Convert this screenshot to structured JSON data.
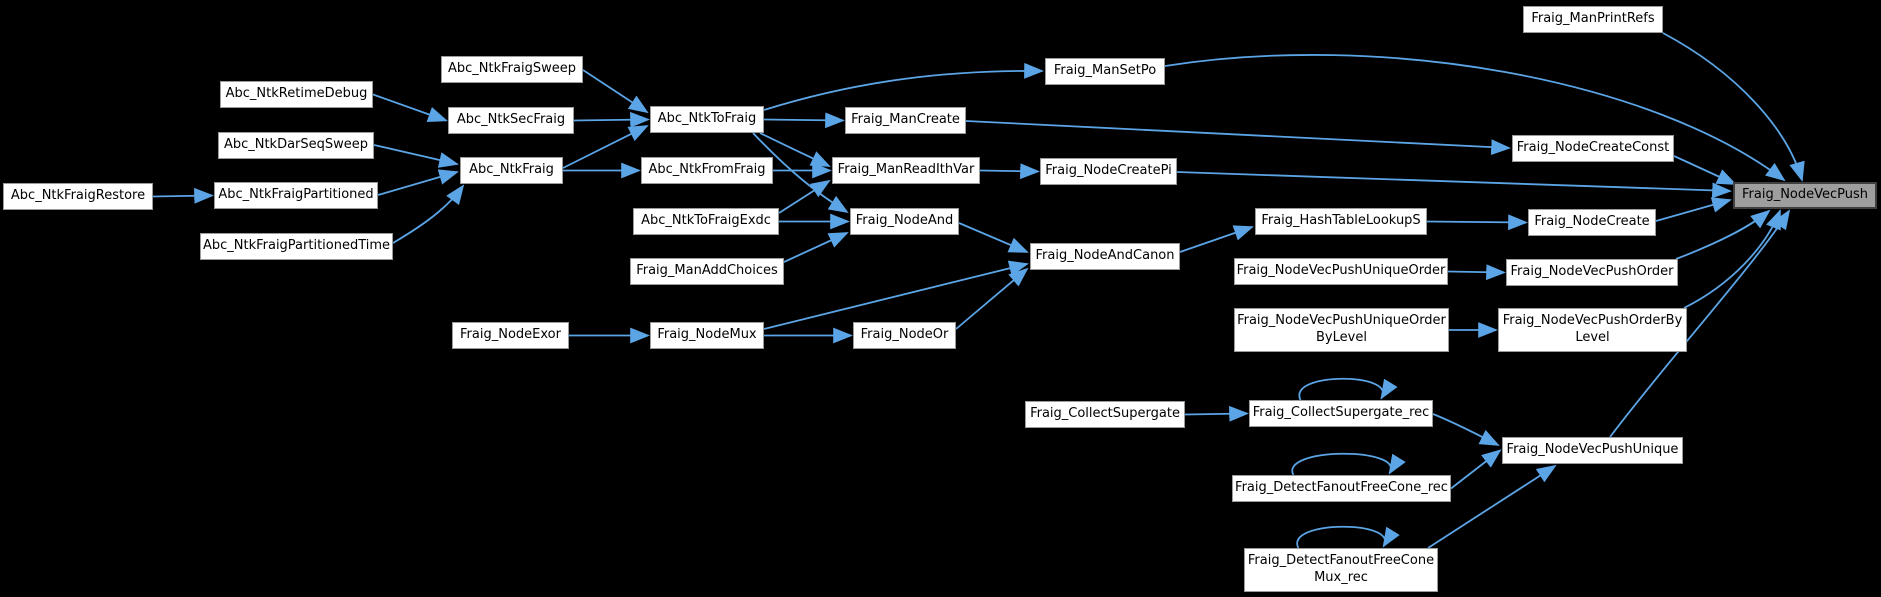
{
  "diagram": {
    "type": "caller-graph",
    "colors": {
      "background": "#000000",
      "edge": "#5ba4e5",
      "node_fill": "#ffffff",
      "node_border": "#9b9b9b",
      "node_text": "#000000",
      "highlight_fill": "#9e9e9e",
      "highlight_border": "#404040"
    },
    "nodes": [
      {
        "id": "abc-ntk-fraig-restore",
        "label": "Abc_NtkFraigRestore",
        "highlighted": false
      },
      {
        "id": "abc-ntk-retime-debug",
        "label": "Abc_NtkRetimeDebug",
        "highlighted": false
      },
      {
        "id": "abc-ntk-dar-seq-sweep",
        "label": "Abc_NtkDarSeqSweep",
        "highlighted": false
      },
      {
        "id": "abc-ntk-fraig-partitioned",
        "label": "Abc_NtkFraigPartitioned",
        "highlighted": false
      },
      {
        "id": "abc-ntk-fraig-partitioned-time",
        "label": "Abc_NtkFraigPartitionedTime",
        "highlighted": false
      },
      {
        "id": "abc-ntk-fraig-sweep",
        "label": "Abc_NtkFraigSweep",
        "highlighted": false
      },
      {
        "id": "abc-ntk-sec-fraig",
        "label": "Abc_NtkSecFraig",
        "highlighted": false
      },
      {
        "id": "abc-ntk-fraig",
        "label": "Abc_NtkFraig",
        "highlighted": false
      },
      {
        "id": "abc-ntk-to-fraig",
        "label": "Abc_NtkToFraig",
        "highlighted": false
      },
      {
        "id": "abc-ntk-from-fraig",
        "label": "Abc_NtkFromFraig",
        "highlighted": false
      },
      {
        "id": "abc-ntk-to-fraig-exdc",
        "label": "Abc_NtkToFraigExdc",
        "highlighted": false
      },
      {
        "id": "fraig-man-add-choices",
        "label": "Fraig_ManAddChoices",
        "highlighted": false
      },
      {
        "id": "fraig-node-exor",
        "label": "Fraig_NodeExor",
        "highlighted": false
      },
      {
        "id": "fraig-node-mux",
        "label": "Fraig_NodeMux",
        "highlighted": false
      },
      {
        "id": "fraig-node-or",
        "label": "Fraig_NodeOr",
        "highlighted": false
      },
      {
        "id": "fraig-man-set-po",
        "label": "Fraig_ManSetPo",
        "highlighted": false
      },
      {
        "id": "fraig-man-create",
        "label": "Fraig_ManCreate",
        "highlighted": false
      },
      {
        "id": "fraig-man-read-ith-var",
        "label": "Fraig_ManReadIthVar",
        "highlighted": false
      },
      {
        "id": "fraig-node-and",
        "label": "Fraig_NodeAnd",
        "highlighted": false
      },
      {
        "id": "fraig-node-and-canon",
        "label": "Fraig_NodeAndCanon",
        "highlighted": false
      },
      {
        "id": "fraig-node-create-pi",
        "label": "Fraig_NodeCreatePi",
        "highlighted": false
      },
      {
        "id": "fraig-man-print-refs",
        "label": "Fraig_ManPrintRefs",
        "highlighted": false
      },
      {
        "id": "fraig-node-create-const",
        "label": "Fraig_NodeCreateConst",
        "highlighted": false
      },
      {
        "id": "fraig-hash-table-lookup-s",
        "label": "Fraig_HashTableLookupS",
        "highlighted": false
      },
      {
        "id": "fraig-node-create",
        "label": "Fraig_NodeCreate",
        "highlighted": false
      },
      {
        "id": "fraig-node-vec-push-unique-order",
        "label": "Fraig_NodeVecPushUniqueOrder",
        "highlighted": false
      },
      {
        "id": "fraig-node-vec-push-order",
        "label": "Fraig_NodeVecPushOrder",
        "highlighted": false
      },
      {
        "id": "fraig-node-vec-push-unique-order-by-level",
        "label": "Fraig_NodeVecPushUniqueOrder\nByLevel",
        "highlighted": false
      },
      {
        "id": "fraig-node-vec-push-order-by-level",
        "label": "Fraig_NodeVecPushOrderBy\nLevel",
        "highlighted": false
      },
      {
        "id": "fraig-collect-supergate",
        "label": "Fraig_CollectSupergate",
        "highlighted": false
      },
      {
        "id": "fraig-collect-supergate-rec",
        "label": "Fraig_CollectSupergate_rec",
        "highlighted": false
      },
      {
        "id": "fraig-detect-fanout-free-cone-rec",
        "label": "Fraig_DetectFanoutFreeCone_rec",
        "highlighted": false
      },
      {
        "id": "fraig-detect-fanout-free-cone-mux-rec",
        "label": "Fraig_DetectFanoutFreeCone\nMux_rec",
        "highlighted": false
      },
      {
        "id": "fraig-node-vec-push-unique",
        "label": "Fraig_NodeVecPushUnique",
        "highlighted": false
      },
      {
        "id": "fraig-node-vec-push",
        "label": "Fraig_NodeVecPush",
        "highlighted": true
      }
    ],
    "edges": [
      {
        "from": "abc-ntk-retime-debug",
        "to": "abc-ntk-sec-fraig"
      },
      {
        "from": "abc-ntk-fraig-restore",
        "to": "abc-ntk-fraig-partitioned"
      },
      {
        "from": "abc-ntk-dar-seq-sweep",
        "to": "abc-ntk-fraig"
      },
      {
        "from": "abc-ntk-fraig-partitioned",
        "to": "abc-ntk-fraig"
      },
      {
        "from": "abc-ntk-fraig-partitioned-time",
        "to": "abc-ntk-fraig"
      },
      {
        "from": "abc-ntk-fraig-sweep",
        "to": "abc-ntk-to-fraig"
      },
      {
        "from": "abc-ntk-sec-fraig",
        "to": "abc-ntk-to-fraig"
      },
      {
        "from": "abc-ntk-fraig",
        "to": "abc-ntk-to-fraig"
      },
      {
        "from": "abc-ntk-fraig",
        "to": "abc-ntk-from-fraig"
      },
      {
        "from": "abc-ntk-to-fraig",
        "to": "fraig-man-set-po"
      },
      {
        "from": "abc-ntk-to-fraig",
        "to": "fraig-man-create"
      },
      {
        "from": "abc-ntk-to-fraig",
        "to": "fraig-man-read-ith-var"
      },
      {
        "from": "abc-ntk-to-fraig",
        "to": "fraig-node-and"
      },
      {
        "from": "abc-ntk-from-fraig",
        "to": "fraig-man-read-ith-var"
      },
      {
        "from": "abc-ntk-to-fraig-exdc",
        "to": "fraig-man-read-ith-var"
      },
      {
        "from": "abc-ntk-to-fraig-exdc",
        "to": "fraig-node-and"
      },
      {
        "from": "fraig-man-add-choices",
        "to": "fraig-node-and"
      },
      {
        "from": "fraig-node-exor",
        "to": "fraig-node-mux"
      },
      {
        "from": "fraig-node-mux",
        "to": "fraig-node-or"
      },
      {
        "from": "fraig-node-mux",
        "to": "fraig-node-and-canon"
      },
      {
        "from": "fraig-node-or",
        "to": "fraig-node-and-canon"
      },
      {
        "from": "fraig-node-and",
        "to": "fraig-node-and-canon"
      },
      {
        "from": "fraig-node-and-canon",
        "to": "fraig-hash-table-lookup-s"
      },
      {
        "from": "fraig-hash-table-lookup-s",
        "to": "fraig-node-create"
      },
      {
        "from": "fraig-man-create",
        "to": "fraig-node-create-const"
      },
      {
        "from": "fraig-man-read-ith-var",
        "to": "fraig-node-create-pi"
      },
      {
        "from": "fraig-man-set-po",
        "to": "fraig-node-vec-push"
      },
      {
        "from": "fraig-man-print-refs",
        "to": "fraig-node-vec-push"
      },
      {
        "from": "fraig-node-create-const",
        "to": "fraig-node-vec-push"
      },
      {
        "from": "fraig-node-create-pi",
        "to": "fraig-node-vec-push"
      },
      {
        "from": "fraig-node-create",
        "to": "fraig-node-vec-push"
      },
      {
        "from": "fraig-node-vec-push-unique-order",
        "to": "fraig-node-vec-push-order"
      },
      {
        "from": "fraig-node-vec-push-order",
        "to": "fraig-node-vec-push"
      },
      {
        "from": "fraig-node-vec-push-unique-order-by-level",
        "to": "fraig-node-vec-push-order-by-level"
      },
      {
        "from": "fraig-node-vec-push-order-by-level",
        "to": "fraig-node-vec-push"
      },
      {
        "from": "fraig-collect-supergate",
        "to": "fraig-collect-supergate-rec"
      },
      {
        "from": "fraig-collect-supergate-rec",
        "to": "fraig-collect-supergate-rec"
      },
      {
        "from": "fraig-collect-supergate-rec",
        "to": "fraig-node-vec-push-unique"
      },
      {
        "from": "fraig-detect-fanout-free-cone-rec",
        "to": "fraig-detect-fanout-free-cone-rec"
      },
      {
        "from": "fraig-detect-fanout-free-cone-rec",
        "to": "fraig-node-vec-push-unique"
      },
      {
        "from": "fraig-detect-fanout-free-cone-mux-rec",
        "to": "fraig-detect-fanout-free-cone-mux-rec"
      },
      {
        "from": "fraig-detect-fanout-free-cone-mux-rec",
        "to": "fraig-node-vec-push-unique"
      },
      {
        "from": "fraig-node-vec-push-unique",
        "to": "fraig-node-vec-push"
      }
    ]
  }
}
